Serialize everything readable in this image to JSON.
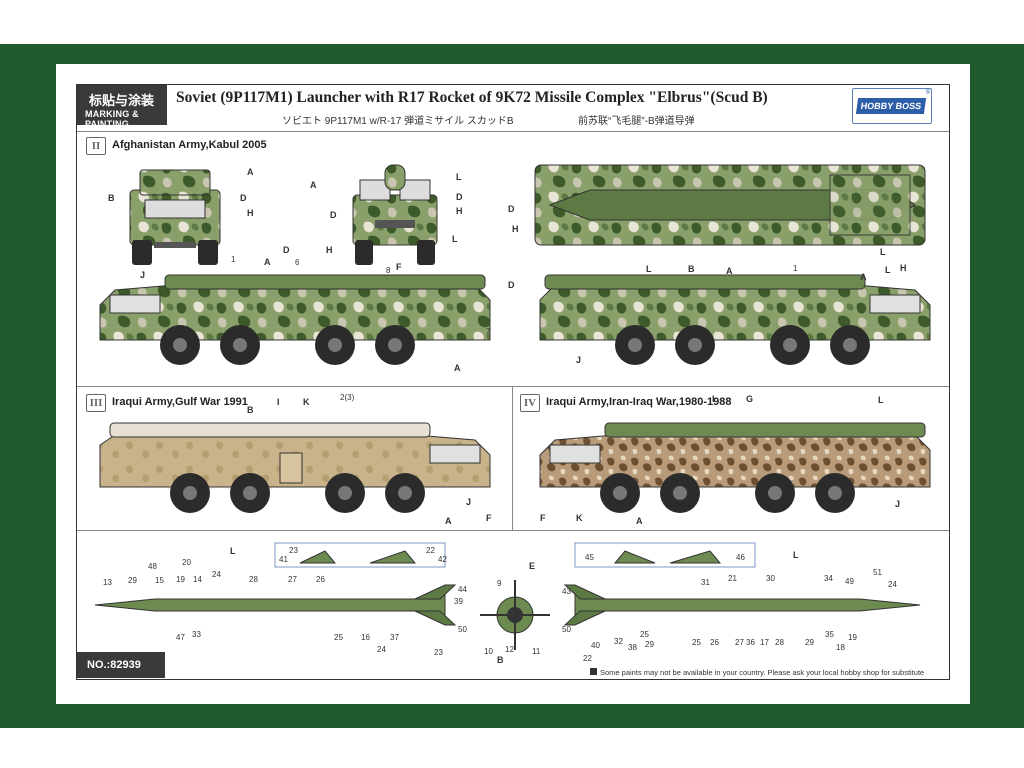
{
  "header": {
    "label_zh": "标贴与涂装",
    "label_en": "MARKING & PAINTING",
    "title": "Soviet (9P117M1) Launcher with R17 Rocket of 9K72 Missile Complex \"Elbrus\"(Scud B)",
    "subtitle_jp": "ソビエト 9P117M1 w/R-17 弾道ミサイル スカッドB",
    "subtitle_zh": "前苏联“飞毛腿”-B弹道导弹",
    "logo_text": "HOBBY BOSS",
    "logo_mark": "®"
  },
  "sections": [
    {
      "num": "II",
      "title": "Afghanistan Army,Kabul 2005"
    },
    {
      "num": "III",
      "title": "Iraqui Army,Gulf War 1991"
    },
    {
      "num": "IV",
      "title": "Iraqui Army,Iran-Iraq War,1980-1988"
    }
  ],
  "callouts": {
    "A": "A",
    "B": "B",
    "D": "D",
    "E": "E",
    "F": "F",
    "G": "G",
    "H": "H",
    "I": "I",
    "J": "J",
    "K": "K",
    "L": "L"
  },
  "numbers": {
    "n1": "1",
    "n2": "2(3)",
    "n6": "6",
    "n7": "7",
    "n8": "8",
    "n9": "9",
    "n10": "10",
    "n11": "11",
    "n12": "12",
    "n13": "13",
    "n14": "14",
    "n15": "15",
    "n16": "16",
    "n17": "17",
    "n18": "18",
    "n19": "19",
    "n20": "20",
    "n21": "21",
    "n22": "22",
    "n23": "23",
    "n24": "24",
    "n25": "25",
    "n26": "26",
    "n27": "27",
    "n28": "28",
    "n29": "29",
    "n30": "30",
    "n31": "31",
    "n32": "32",
    "n33": "33",
    "n34": "34",
    "n35": "35",
    "n36": "36",
    "n37": "37",
    "n38": "38",
    "n39": "39",
    "n40": "40",
    "n41": "41",
    "n42": "42",
    "n43": "43",
    "n44": "44",
    "n45": "45",
    "n46": "46",
    "n47": "47",
    "n48": "48",
    "n49": "49",
    "n50": "50",
    "n51": "51"
  },
  "footer": {
    "product_no": "NO.:82939",
    "note": "Some paints may not be available in your country. Please ask your local hobby shop for substitute"
  },
  "colors": {
    "frame_green": "#1f5a2c",
    "header_dark": "#3a3a3a",
    "brand_blue": "#2d5fa8"
  }
}
